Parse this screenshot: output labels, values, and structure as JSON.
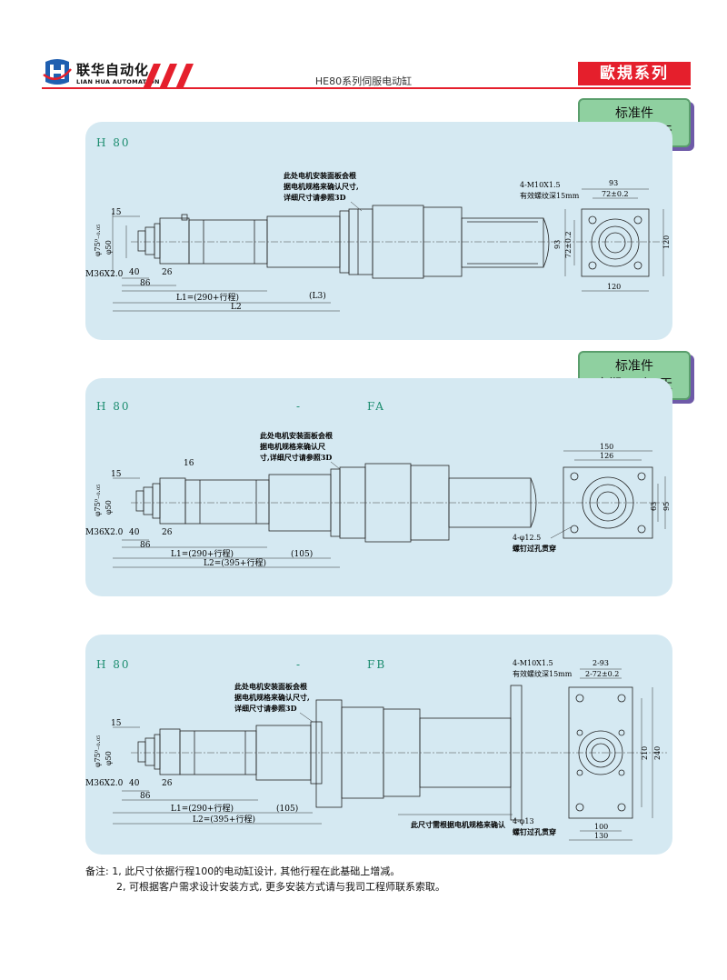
{
  "header": {
    "brand_cn": "联华自动化",
    "brand_en": "LIAN HUA AUTOMATION",
    "doc_title": "HE80系列伺服电动缸",
    "series_tag": "歐規系列"
  },
  "badge": {
    "line1": "标准件",
    "line2": "交期两到三天"
  },
  "panels": [
    {
      "model": "H 80",
      "note_lines": [
        "此处电机安装面板会根",
        "据电机规格来确认尺寸,",
        "详细尺寸请参照3D"
      ],
      "dims": {
        "d15": "15",
        "dia_rod": "φ75⁰₋₀.₀₅",
        "dia50": "φ50",
        "thread": "M36X2.0",
        "d40": "40",
        "d26": "26",
        "d86": "86",
        "l1": "L1=(290+行程)",
        "l3": "(L3)",
        "l2": "L2",
        "holes": "4-M10X1.5",
        "thread_depth": "有效螺纹深15mm",
        "w93": "93",
        "w72": "72±0.2",
        "h93": "93",
        "h72": "72±0.2",
        "h120": "120",
        "w120": "120"
      }
    },
    {
      "model": "H 80",
      "model_suffix": "FA",
      "dash": "-",
      "note_lines": [
        "此处电机安装面板会根",
        "据电机规格来确认尺",
        "寸,详细尺寸请参照3D"
      ],
      "dims": {
        "d15": "15",
        "d16": "16",
        "dia_rod": "φ75⁰₋₀.₀₅",
        "dia50": "φ50",
        "thread": "M36X2.0",
        "d40": "40",
        "d26": "26",
        "d86": "86",
        "l1": "L1=(290+行程)",
        "l3": "(105)",
        "l2": "L2=(395+行程)",
        "w150": "150",
        "w126": "126",
        "h63": "63",
        "h95": "95",
        "holes": "4-φ12.5",
        "holes_note": "螺钉过孔贯穿"
      }
    },
    {
      "model": "H 80",
      "model_suffix": "FB",
      "dash": "-",
      "note_lines": [
        "此处电机安装面板会根",
        "据电机规格来确认尺寸,",
        "详细尺寸请参照3D"
      ],
      "bottom_note": "此尺寸需根据电机规格来确认",
      "dims": {
        "d15": "15",
        "dia_rod": "φ75⁰₋₀.₀₅",
        "dia50": "φ50",
        "thread": "M36X2.0",
        "d40": "40",
        "d26": "26",
        "d86": "86",
        "l1": "L1=(290+行程)",
        "l3": "(105)",
        "l2": "L2=(395+行程)",
        "holes": "4-M10X1.5",
        "thread_depth": "有效螺纹深15mm",
        "w93": "2-93",
        "w72": "2-72±0.2",
        "h210": "210",
        "h240": "240",
        "holes2": "4-φ13",
        "holes2_note": "螺钉过孔贯穿",
        "w100": "100",
        "w130": "130"
      }
    }
  ],
  "notes": {
    "label": "备注:",
    "line1": "1, 此尺寸依据行程100的电动缸设计, 其他行程在此基础上增减。",
    "line2": "2, 可根据客户需求设计安装方式, 更多安装方式请与我司工程师联系索取。"
  }
}
